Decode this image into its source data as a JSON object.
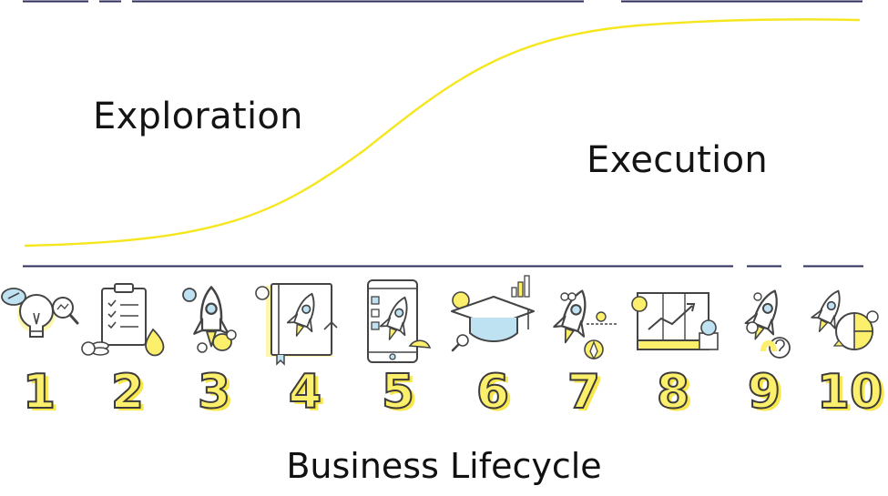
{
  "phases": {
    "exploration": "Exploration",
    "execution": "Execution"
  },
  "title": "Business Lifecycle",
  "colors": {
    "curve": "#f5e61e",
    "accent_yellow": "#fbef6b",
    "line_navy": "#2b2e5a",
    "icon_outline": "#444444",
    "icon_blue": "#bfe2f3"
  },
  "steps": [
    {
      "number": "1",
      "icon": "lightbulb-rocket-magnifier-icon"
    },
    {
      "number": "2",
      "icon": "clipboard-checklist-coins-drop-icon"
    },
    {
      "number": "3",
      "icon": "rocket-launch-icon"
    },
    {
      "number": "4",
      "icon": "book-rocket-icon"
    },
    {
      "number": "5",
      "icon": "smartphone-rocket-icon"
    },
    {
      "number": "6",
      "icon": "graduation-cap-chart-icon"
    },
    {
      "number": "7",
      "icon": "rocket-team-tie-icon"
    },
    {
      "number": "8",
      "icon": "growth-chart-board-icon"
    },
    {
      "number": "9",
      "icon": "rocket-money-question-icon"
    },
    {
      "number": "10",
      "icon": "rocket-pie-chart-icon"
    }
  ]
}
